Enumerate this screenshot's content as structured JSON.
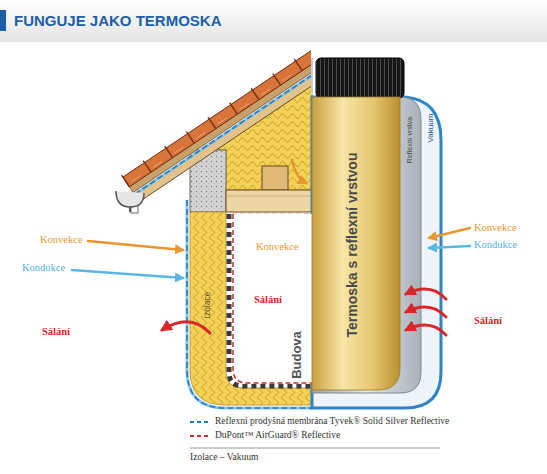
{
  "diagram": {
    "title": "FUNGUJE JAKO TERMOSKA",
    "nodes": [
      {
        "text": [
          "Budova"
        ]
      },
      {
        "text": [
          "Termoska s reflexní vrstvou"
        ]
      }
    ],
    "labels": [
      "Konvekce",
      "Kondukce",
      "Sálání",
      "Konvekce",
      "Sálání",
      "Izolace",
      "Reflexní vrstva",
      "Vakuum",
      "Konvekce",
      "Kondukce",
      "Sálání",
      "Izolace – Vakuum"
    ],
    "legend": [
      {
        "text": "Reflexní prodyšná membrána Tyvek® Solid Silver Reflective"
      },
      {
        "text": "DuPont™ AirGuard® Reflective"
      }
    ]
  }
}
